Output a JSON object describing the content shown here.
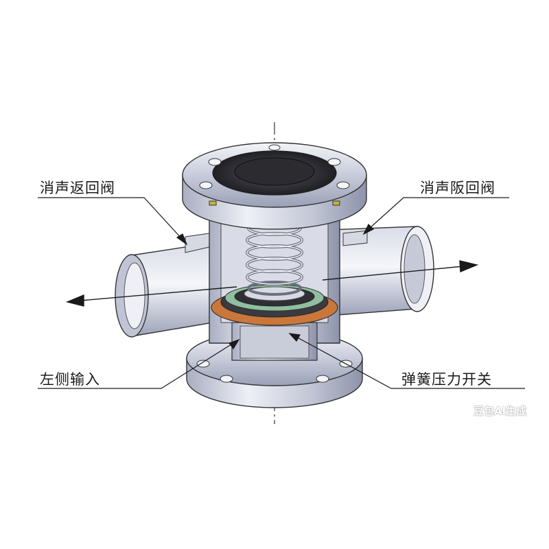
{
  "labels": {
    "top_left": "消声返回阀",
    "top_right": "消声阪回阀",
    "bottom_left": "左侧输入",
    "bottom_right": "弹簧压力开关"
  },
  "watermark": "豆包AI生成",
  "colors": {
    "steel_light": "#e6e8f0",
    "steel_mid": "#c2c6d6",
    "steel_dark": "#8a90a8",
    "rubber": "#2e2e34",
    "copper": "#c9773a",
    "seal_green": "#8fbfa0",
    "line": "#222222"
  }
}
